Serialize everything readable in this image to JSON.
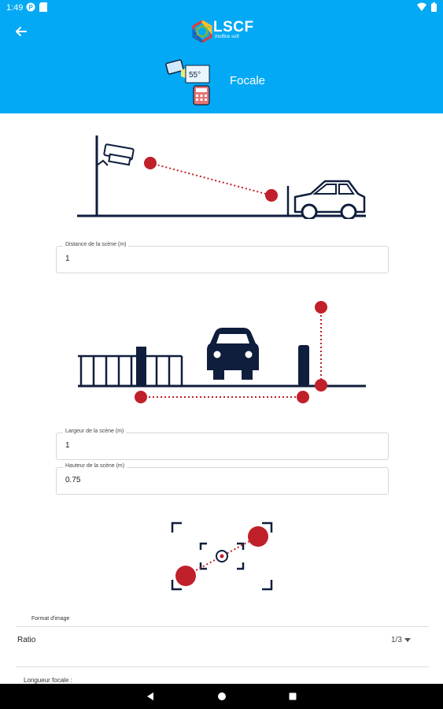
{
  "status_bar": {
    "time": "1:49",
    "icons": [
      "notification-p-icon",
      "sim-icon",
      "wifi-icon",
      "battery-icon"
    ]
  },
  "app_bar": {
    "logo_text": "LSCF",
    "logo_subtext": "Inoffice soft",
    "icon_badge": "55°",
    "title": "Focale",
    "color": "#03A9F4"
  },
  "fields": {
    "distance": {
      "label": "Distance de la scène (m)",
      "value": "1"
    },
    "largeur": {
      "label": "Largeur de la scène (m)",
      "value": "1"
    },
    "hauteur": {
      "label": "Hauteur de la scène (m)",
      "value": "0.75"
    }
  },
  "format": {
    "section_label": "Format d'image",
    "ratio_label": "Ratio",
    "ratio_value": "1/3"
  },
  "partial_label": "Longueur focale :",
  "colors": {
    "illustration_navy": "#0f1e3c",
    "marker_red": "#c0202a"
  }
}
